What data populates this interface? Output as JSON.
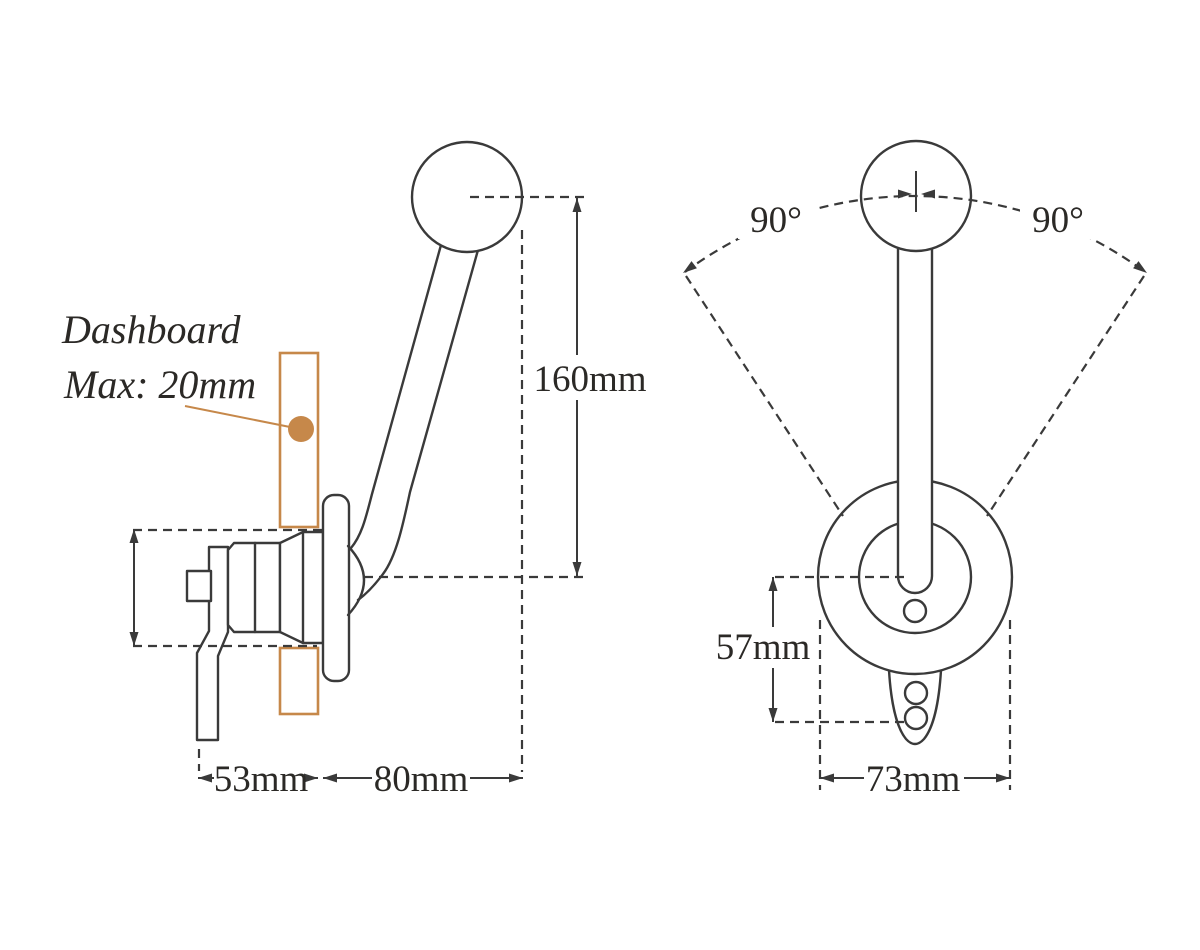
{
  "colors": {
    "line": "#3a3a3a",
    "accent_orange": "#c6884a",
    "text": "#2b2926",
    "background": "#ffffff"
  },
  "annotation": {
    "line1": "Dashboard",
    "line2": "Max: 20mm"
  },
  "left_view": {
    "dim_height": "160mm",
    "dim_behind": "53mm",
    "dim_front": "80mm"
  },
  "right_view": {
    "angle_left": "90°",
    "angle_right": "90°",
    "dim_vertical": "57mm",
    "dim_width": "73mm"
  }
}
